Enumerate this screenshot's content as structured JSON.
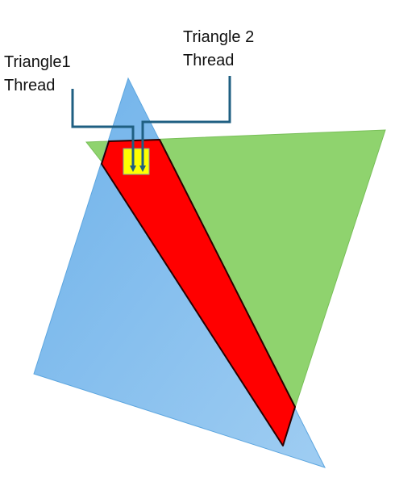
{
  "labels": {
    "triangle1": [
      "Triangle1",
      "Thread"
    ],
    "triangle2": [
      "Triangle 2",
      "Thread"
    ]
  },
  "colors": {
    "blue_triangle": "#7ab8ea",
    "green_triangle": "#8fd36e",
    "overlap_region": "#ff0000",
    "thread_box": "#ffff00",
    "connector": "#1f5f82"
  }
}
